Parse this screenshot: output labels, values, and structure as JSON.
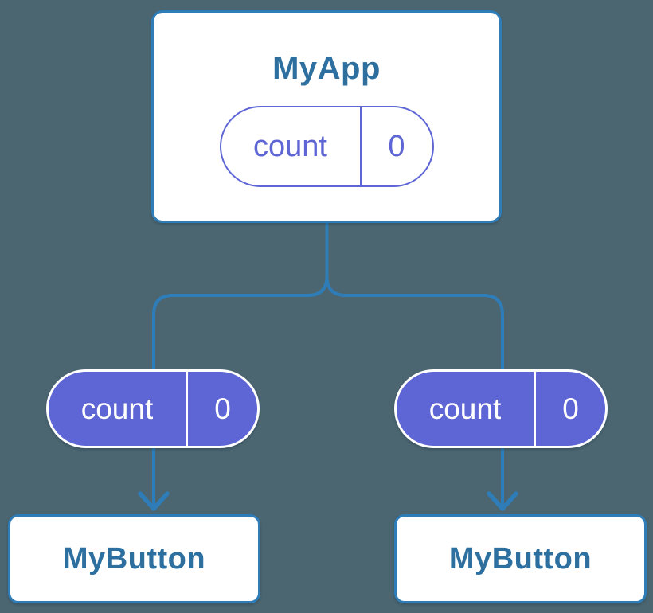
{
  "colors": {
    "background": "#4B6671",
    "connector": "#2E7DB8",
    "node-border": "#2E7DB8",
    "node-bg": "#FFFFFF",
    "node-text": "#2D6F9F",
    "pill-purple": "#5E66D6",
    "pill-text-light": "#FFFFFF"
  },
  "icons": {
    "arrow": "arrow-down"
  },
  "diagram": {
    "root": {
      "title": "MyApp",
      "state": {
        "key": "count",
        "value": "0"
      }
    },
    "children": [
      {
        "title": "MyButton",
        "state": {
          "key": "count",
          "value": "0"
        }
      },
      {
        "title": "MyButton",
        "state": {
          "key": "count",
          "value": "0"
        }
      }
    ]
  }
}
